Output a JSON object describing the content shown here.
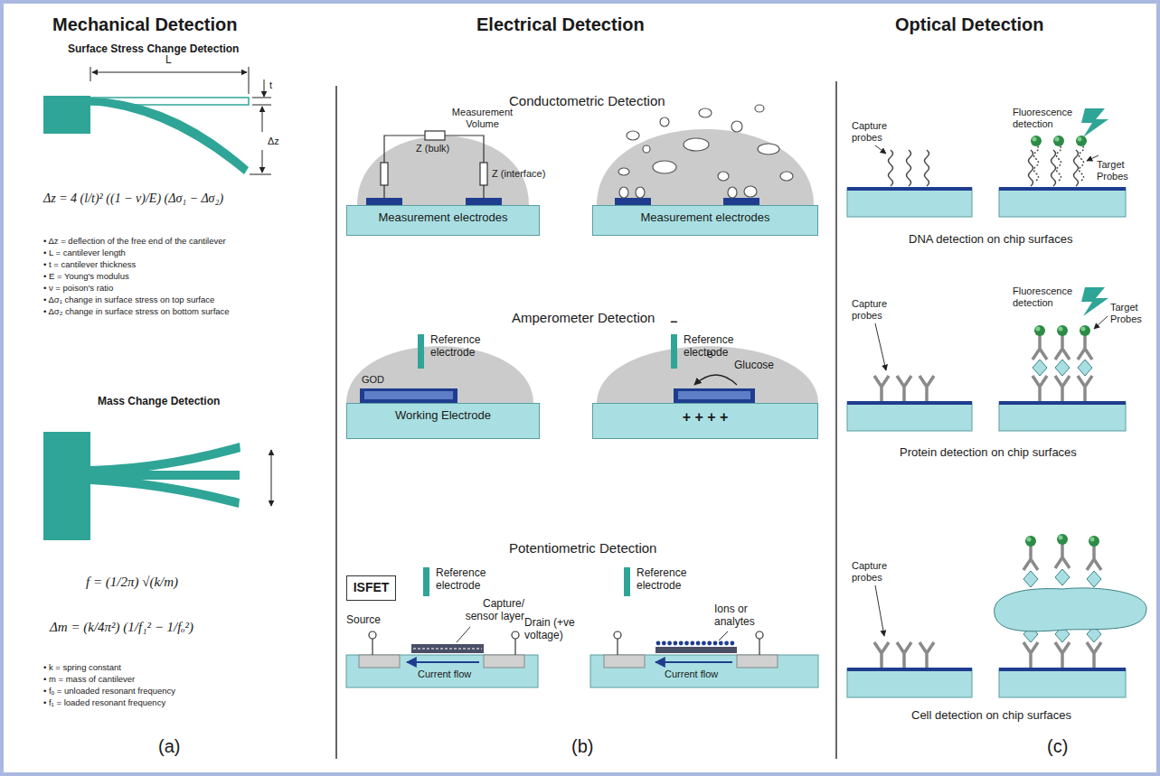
{
  "diagram": {
    "nodes": [
      {
        "text": [
          "Measurement electrodes"
        ]
      },
      {
        "text": [
          "Measurement electrodes"
        ]
      },
      {
        "text": [
          "Working Electrode"
        ]
      },
      {
        "text": [
          "+ + + +"
        ]
      },
      {
        "text": [
          "ISFET"
        ]
      }
    ],
    "labels": [
      "Mechanical Detection",
      "Surface Stress Change Detection",
      "L",
      "t",
      "Δz",
      "Δz = 4 (l/t)² ((1 − ν)/E) (Δσ₁ − Δσ₂)",
      "• Δz = deflection of the free end of the cantilever",
      "• L = cantilever length",
      "• t = cantilever thickness",
      "• E = Young's modulus",
      "• ν = poison's ratio",
      "• Δσ₁ change in surface stress on top surface",
      "• Δσ₂ change in surface stress on bottom surface",
      "Mass Change Detection",
      "f = (1/2π) √(k/m)",
      "Δm = (k/4π²) (1/f₁² − 1/fₒ²)",
      "• k = spring constant",
      "• m = mass of cantilever",
      "• fₒ = unloaded resonant frequency",
      "• f₁ = loaded resonant frequency",
      "(a)",
      "Electrical Detection",
      "Conductometric Detection",
      "Measurement Volume",
      "Z (bulk)",
      "Z (interface)",
      "Amperometer Detection",
      "Reference electrode",
      "GOD",
      "Reference electrode",
      "−",
      "e⁻",
      "Glucose",
      "Potentiometric Detection",
      "Reference electrode",
      "Capture/ sensor layer",
      "Source",
      "Drain (+ve voltage)",
      "Current flow",
      "Reference electrode",
      "Ions or analytes",
      "Current flow",
      "(b)",
      "Optical Detection",
      "Capture probes",
      "Fluorescence detection",
      "Target Probes",
      "DNA detection on chip surfaces",
      "Capture probes",
      "Fluorescence detection",
      "Target Probes",
      "Protein detection on chip surfaces",
      "Capture probes",
      "Cell detection on chip surfaces",
      "(c)"
    ]
  }
}
